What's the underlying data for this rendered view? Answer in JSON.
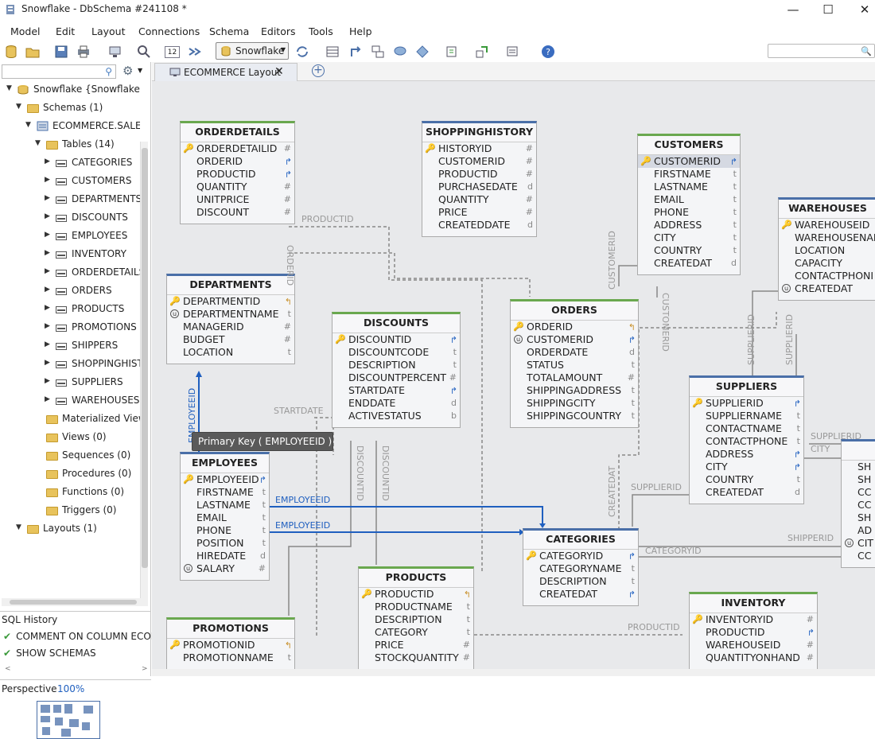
{
  "window": {
    "title": "Snowflake - DbSchema #241108 *",
    "minimize": "—",
    "maximize": "☐",
    "close": "✕"
  },
  "menu": [
    "Model",
    "Edit",
    "Layout",
    "Connections",
    "Schema",
    "Editors",
    "Tools",
    "Help"
  ],
  "toolbar": {
    "schema_combo": "Snowflake",
    "zoom_label": "12"
  },
  "tree": {
    "root": "Snowflake {Snowflake}",
    "schemas": "Schemas (1)",
    "schema": "ECOMMERCE.SALES",
    "tables_folder": "Tables (14)",
    "tables": [
      "CATEGORIES",
      "CUSTOMERS",
      "DEPARTMENTS",
      "DISCOUNTS",
      "EMPLOYEES",
      "INVENTORY",
      "ORDERDETAILS",
      "ORDERS",
      "PRODUCTS",
      "PROMOTIONS",
      "SHIPPERS",
      "SHOPPINGHISTC",
      "SUPPLIERS",
      "WAREHOUSES"
    ],
    "folders": [
      "Materialized Views",
      "Views (0)",
      "Sequences (0)",
      "Procedures (0)",
      "Functions (0)",
      "Triggers (0)"
    ],
    "layouts": "Layouts (1)"
  },
  "sql_history": {
    "title": "SQL History",
    "items": [
      "COMMENT ON COLUMN ECOM",
      "SHOW SCHEMAS"
    ]
  },
  "perspective": {
    "label": "Perspective",
    "zoom": "100%"
  },
  "tab": {
    "label": "ECOMMERCE Layout",
    "close": "✕",
    "add": "+"
  },
  "tooltip": "Primary Key  ( EMPLOYEEID )",
  "entities": {
    "orderdetails": {
      "title": "ORDERDETAILS",
      "cols": [
        [
          "ORDERDETAILID",
          "#"
        ],
        [
          "ORDERID",
          ""
        ],
        [
          "PRODUCTID",
          ""
        ],
        [
          "QUANTITY",
          "#"
        ],
        [
          "UNITPRICE",
          "#"
        ],
        [
          "DISCOUNT",
          "#"
        ]
      ]
    },
    "shoppinghistory": {
      "title": "SHOPPINGHISTORY",
      "cols": [
        [
          "HISTORYID",
          "#"
        ],
        [
          "CUSTOMERID",
          "#"
        ],
        [
          "PRODUCTID",
          "#"
        ],
        [
          "PURCHASEDATE",
          "d"
        ],
        [
          "QUANTITY",
          "#"
        ],
        [
          "PRICE",
          "#"
        ],
        [
          "CREATEDDATE",
          "d"
        ]
      ]
    },
    "customers": {
      "title": "CUSTOMERS",
      "cols": [
        [
          "CUSTOMERID",
          ""
        ],
        [
          "FIRSTNAME",
          "t"
        ],
        [
          "LASTNAME",
          "t"
        ],
        [
          "EMAIL",
          "t"
        ],
        [
          "PHONE",
          "t"
        ],
        [
          "ADDRESS",
          "t"
        ],
        [
          "CITY",
          "t"
        ],
        [
          "COUNTRY",
          "t"
        ],
        [
          "CREATEDAT",
          "d"
        ]
      ]
    },
    "warehouses": {
      "title": "WAREHOUSES",
      "cols": [
        [
          "WAREHOUSEID",
          ""
        ],
        [
          "WAREHOUSENAI",
          ""
        ],
        [
          "LOCATION",
          ""
        ],
        [
          "CAPACITY",
          ""
        ],
        [
          "CONTACTPHONI",
          ""
        ],
        [
          "CREATEDAT",
          ""
        ]
      ]
    },
    "departments": {
      "title": "DEPARTMENTS",
      "cols": [
        [
          "DEPARTMENTID",
          ""
        ],
        [
          "DEPARTMENTNAME",
          "t"
        ],
        [
          "MANAGERID",
          "#"
        ],
        [
          "BUDGET",
          "#"
        ],
        [
          "LOCATION",
          "t"
        ]
      ]
    },
    "discounts": {
      "title": "DISCOUNTS",
      "cols": [
        [
          "DISCOUNTID",
          ""
        ],
        [
          "DISCOUNTCODE",
          "t"
        ],
        [
          "DESCRIPTION",
          "t"
        ],
        [
          "DISCOUNTPERCENT",
          "#"
        ],
        [
          "STARTDATE",
          ""
        ],
        [
          "ENDDATE",
          "d"
        ],
        [
          "ACTIVESTATUS",
          "b"
        ]
      ]
    },
    "orders": {
      "title": "ORDERS",
      "cols": [
        [
          "ORDERID",
          ""
        ],
        [
          "CUSTOMERID",
          ""
        ],
        [
          "ORDERDATE",
          "d"
        ],
        [
          "STATUS",
          "t"
        ],
        [
          "TOTALAMOUNT",
          "#"
        ],
        [
          "SHIPPINGADDRESS",
          "t"
        ],
        [
          "SHIPPINGCITY",
          "t"
        ],
        [
          "SHIPPINGCOUNTRY",
          "t"
        ]
      ]
    },
    "suppliers": {
      "title": "SUPPLIERS",
      "cols": [
        [
          "SUPPLIERID",
          ""
        ],
        [
          "SUPPLIERNAME",
          "t"
        ],
        [
          "CONTACTNAME",
          "t"
        ],
        [
          "CONTACTPHONE",
          "t"
        ],
        [
          "ADDRESS",
          "t"
        ],
        [
          "CITY",
          ""
        ],
        [
          "COUNTRY",
          "t"
        ],
        [
          "CREATEDAT",
          "d"
        ]
      ]
    },
    "employees": {
      "title": "EMPLOYEES",
      "cols": [
        [
          "EMPLOYEEID",
          ""
        ],
        [
          "FIRSTNAME",
          "t"
        ],
        [
          "LASTNAME",
          "t"
        ],
        [
          "EMAIL",
          "t"
        ],
        [
          "PHONE",
          "t"
        ],
        [
          "POSITION",
          "t"
        ],
        [
          "HIREDATE",
          "d"
        ],
        [
          "SALARY",
          "#"
        ]
      ]
    },
    "categories": {
      "title": "CATEGORIES",
      "cols": [
        [
          "CATEGORYID",
          ""
        ],
        [
          "CATEGORYNAME",
          "t"
        ],
        [
          "DESCRIPTION",
          "t"
        ],
        [
          "CREATEDAT",
          ""
        ]
      ]
    },
    "products": {
      "title": "PRODUCTS",
      "cols": [
        [
          "PRODUCTID",
          ""
        ],
        [
          "PRODUCTNAME",
          "t"
        ],
        [
          "DESCRIPTION",
          "t"
        ],
        [
          "CATEGORY",
          "t"
        ],
        [
          "PRICE",
          "#"
        ],
        [
          "STOCKQUANTITY",
          "#"
        ]
      ]
    },
    "inventory": {
      "title": "INVENTORY",
      "cols": [
        [
          "INVENTORYID",
          "#"
        ],
        [
          "PRODUCTID",
          ""
        ],
        [
          "WAREHOUSEID",
          "#"
        ],
        [
          "QUANTITYONHAND",
          "#"
        ]
      ]
    },
    "promotions": {
      "title": "PROMOTIONS",
      "cols": [
        [
          "PROMOTIONID",
          ""
        ],
        [
          "PROMOTIONNAME",
          "t"
        ]
      ]
    },
    "shippers": {
      "title": "",
      "cols": [
        [
          "SH",
          ""
        ],
        [
          "SH",
          ""
        ],
        [
          "CC",
          ""
        ],
        [
          "CC",
          ""
        ],
        [
          "SH",
          ""
        ],
        [
          "AD",
          ""
        ],
        [
          "CIT",
          ""
        ],
        [
          "CC",
          ""
        ]
      ]
    }
  },
  "relations": {
    "productid": "PRODUCTID",
    "orderid": "ORDERID",
    "customerid": "CUSTOMERID",
    "startdate": "STARTDATE",
    "discountid": "DISCOUNTID",
    "employeeid": "EMPLOYEEID",
    "createdat": "CREATEDAT",
    "supplierid": "SUPPLIERID",
    "categoryid": "CATEGORYID",
    "shipperid": "SHIPPERID",
    "city": "CITY"
  }
}
